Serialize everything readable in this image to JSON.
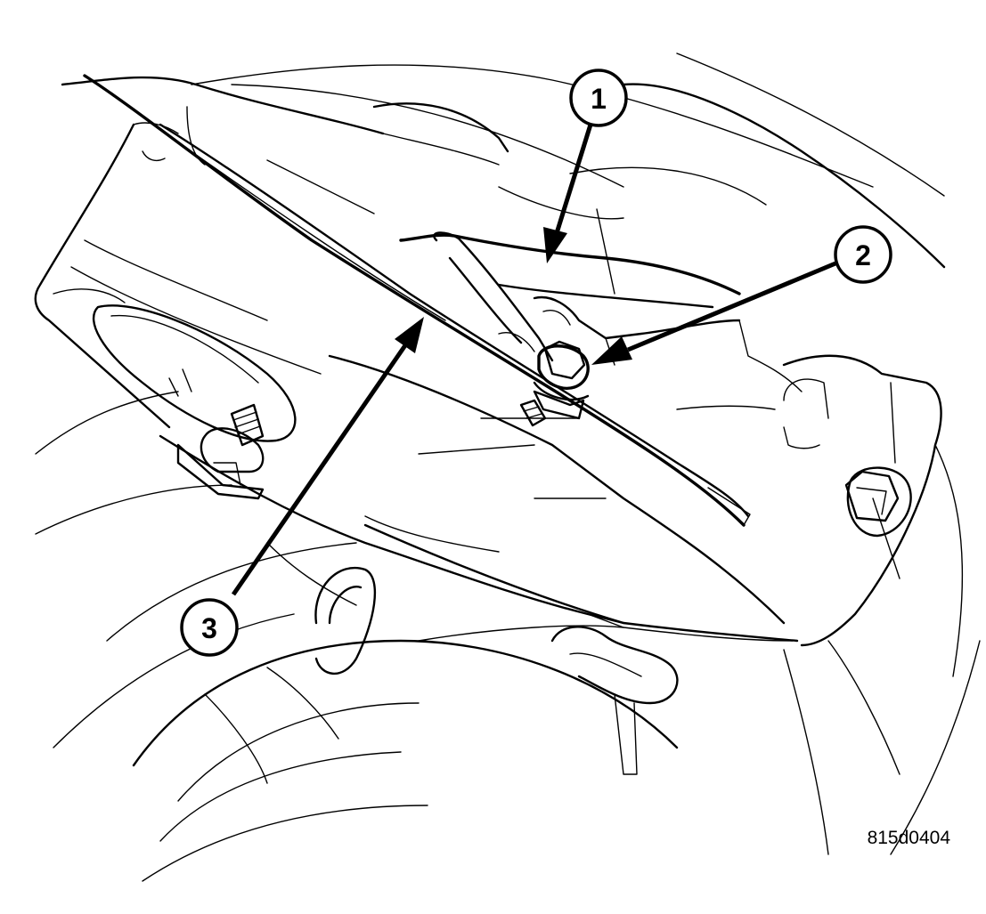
{
  "callouts": [
    {
      "id": "1",
      "label": "1"
    },
    {
      "id": "2",
      "label": "2"
    },
    {
      "id": "3",
      "label": "3"
    }
  ],
  "figure_id": "815d0404",
  "colors": {
    "line": "#000000",
    "background": "#ffffff"
  }
}
